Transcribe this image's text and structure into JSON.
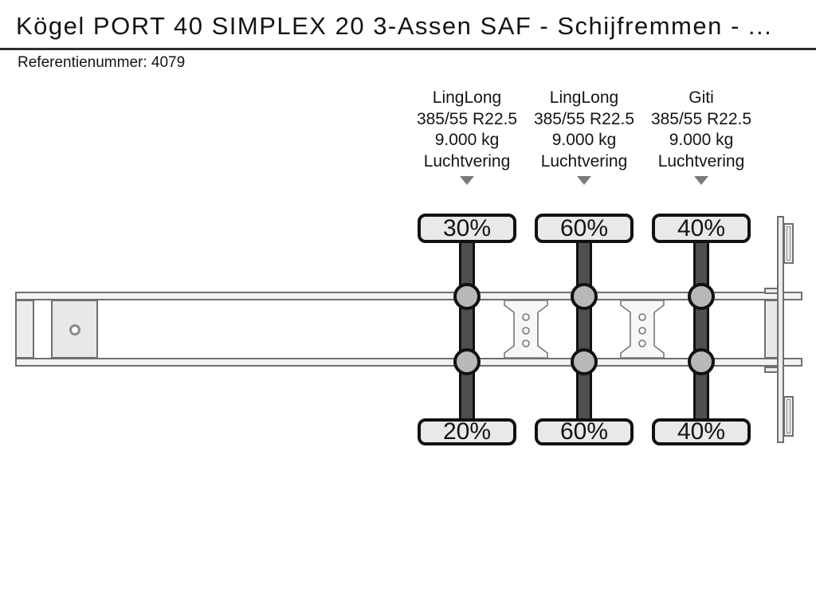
{
  "header": {
    "title": "Kögel PORT 40 SIMPLEX 20 3-Assen SAF - Schijfremmen - ...",
    "reference_label": "Referentienummer: 4079"
  },
  "axles": [
    {
      "brand": "LingLong",
      "size": "385/55 R22.5",
      "load": "9.000 kg",
      "suspension": "Luchtvering",
      "wear_top": "30%",
      "wear_bottom": "20%"
    },
    {
      "brand": "LingLong",
      "size": "385/55 R22.5",
      "load": "9.000 kg",
      "suspension": "Luchtvering",
      "wear_top": "60%",
      "wear_bottom": "60%"
    },
    {
      "brand": "Giti",
      "size": "385/55 R22.5",
      "load": "9.000 kg",
      "suspension": "Luchtvering",
      "wear_top": "40%",
      "wear_bottom": "40%"
    }
  ],
  "colors": {
    "axle_bar": "#4f4f4f",
    "suspension_circle": "#b8b8b8",
    "wear_label_fill": "#e9e9e9",
    "chassis_fill": "#f3f3f3",
    "chassis_stroke": "#6f6f6f",
    "arrow": "#7a7a7a",
    "text": "#141414"
  }
}
